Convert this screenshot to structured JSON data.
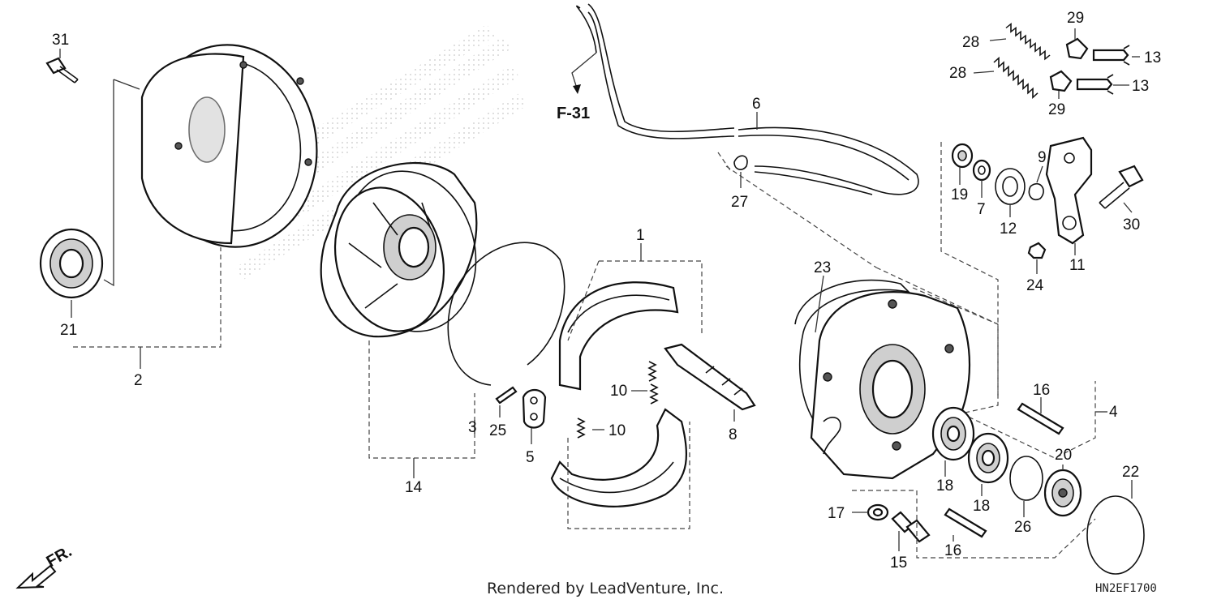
{
  "diagram": {
    "ref_label": "F-31",
    "direction_label": "FR.",
    "footer": "Rendered by LeadVenture, Inc.",
    "diagram_code": "HN2EF1700",
    "callouts": {
      "c1": "1",
      "c2": "2",
      "c3": "3",
      "c4": "4",
      "c5": "5",
      "c6": "6",
      "c7": "7",
      "c8": "8",
      "c9": "9",
      "c10a": "10",
      "c10b": "10",
      "c11": "11",
      "c12": "12",
      "c13a": "13",
      "c13b": "13",
      "c14": "14",
      "c15": "15",
      "c16a": "16",
      "c16b": "16",
      "c17": "17",
      "c18a": "18",
      "c18b": "18",
      "c19": "19",
      "c20": "20",
      "c21": "21",
      "c22": "22",
      "c23": "23",
      "c24": "24",
      "c25": "25",
      "c26": "26",
      "c27": "27",
      "c28a": "28",
      "c28b": "28",
      "c29a": "29",
      "c29b": "29",
      "c30": "30",
      "c31": "31"
    }
  }
}
